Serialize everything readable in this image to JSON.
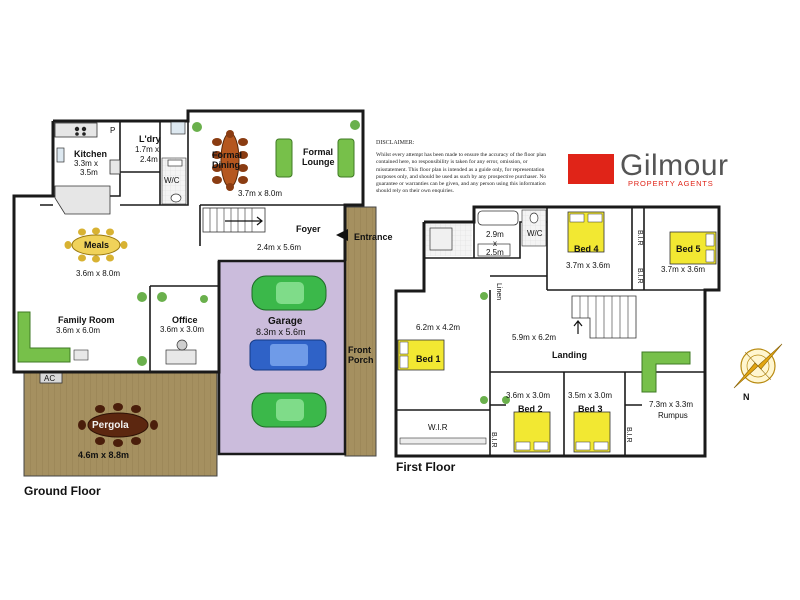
{
  "ground_floor": {
    "title": "Ground Floor",
    "rooms": {
      "kitchen": {
        "name": "Kitchen",
        "dim1": "3.3m x",
        "dim2": "3.5m"
      },
      "pantry": {
        "name": "P"
      },
      "laundry": {
        "name": "L'dry",
        "dim1": "1.7m x",
        "dim2": "2.4m"
      },
      "wc": {
        "name": "W/C"
      },
      "formal_dining": {
        "name1": "Formal",
        "name2": "Dining"
      },
      "formal_lounge": {
        "name1": "Formal",
        "name2": "Lounge"
      },
      "dining_lounge_dim": "3.7m x 8.0m",
      "foyer": {
        "name": "Foyer",
        "dim": "2.4m x 5.6m"
      },
      "entrance": {
        "name": "Entrance"
      },
      "meals": {
        "name": "Meals",
        "dim": "3.6m x 8.0m"
      },
      "family_room": {
        "name": "Family Room",
        "dim": "3.6m x 6.0m"
      },
      "office": {
        "name": "Office",
        "dim": "3.6m x 3.0m"
      },
      "garage": {
        "name": "Garage",
        "dim": "8.3m x 5.6m"
      },
      "front_porch": {
        "name1": "Front",
        "name2": "Porch"
      },
      "ac": {
        "name": "AC"
      },
      "pergola": {
        "name": "Pergola",
        "dim": "4.6m x 8.8m"
      }
    }
  },
  "first_floor": {
    "title": "First Floor",
    "rooms": {
      "bathroom": {
        "dim1": "2.9m",
        "dim2": "x",
        "dim3": "2.5m"
      },
      "wc": {
        "name": "W/C"
      },
      "bed4": {
        "name": "Bed 4",
        "dim": "3.7m x 3.6m"
      },
      "bir4": {
        "name": "B.I.R"
      },
      "bed5": {
        "name": "Bed 5",
        "dim": "3.7m x 3.6m"
      },
      "bir5": {
        "name": "B.I.R"
      },
      "linen": {
        "name": "Linen"
      },
      "bed1": {
        "name": "Bed 1",
        "dim": "6.2m x 4.2m"
      },
      "wir": {
        "name": "W.I.R"
      },
      "landing": {
        "name": "Landing",
        "dim": "5.9m x 6.2m"
      },
      "bed2": {
        "name": "Bed 2",
        "dim": "3.6m x 3.0m"
      },
      "bir2": {
        "name": "B.I.R"
      },
      "bed3": {
        "name": "Bed 3",
        "dim": "3.5m x 3.0m"
      },
      "bir3": {
        "name": "B.I.R"
      },
      "rumpus": {
        "name": "Rumpus",
        "dim": "7.3m x 3.3m"
      }
    }
  },
  "compass": {
    "north": "N"
  },
  "disclaimer": {
    "title": "DISCLAIMER:",
    "lines": [
      "Whilst every attempt has been made to ensure the accuracy of the floor plan",
      "contained here, no responsibility is taken for any error, omission, or",
      "misstatement. This floor plan is intended as a guide only, for representation",
      "purposes only, and should be used as such by any prospective purchaser. No",
      "guarantee or warranties can be given, and any person using this information",
      "should rely on their own enquiries."
    ]
  },
  "brand": {
    "name": "Gilmour",
    "tagline": "PROPERTY AGENTS"
  },
  "colors": {
    "wall": "#1a1a1a",
    "garage_floor": "#cbbcdc",
    "pergola_deck": "#a59060",
    "porch_deck": "#a59060",
    "bed_yellow": "#f2e832",
    "car_green": "#3bb84a",
    "car_blue": "#2f62c7",
    "dining_table": "#b5571f",
    "sofa_green": "#77c04a",
    "meals_table": "#f0d25a",
    "brand_red": "#e02418"
  }
}
